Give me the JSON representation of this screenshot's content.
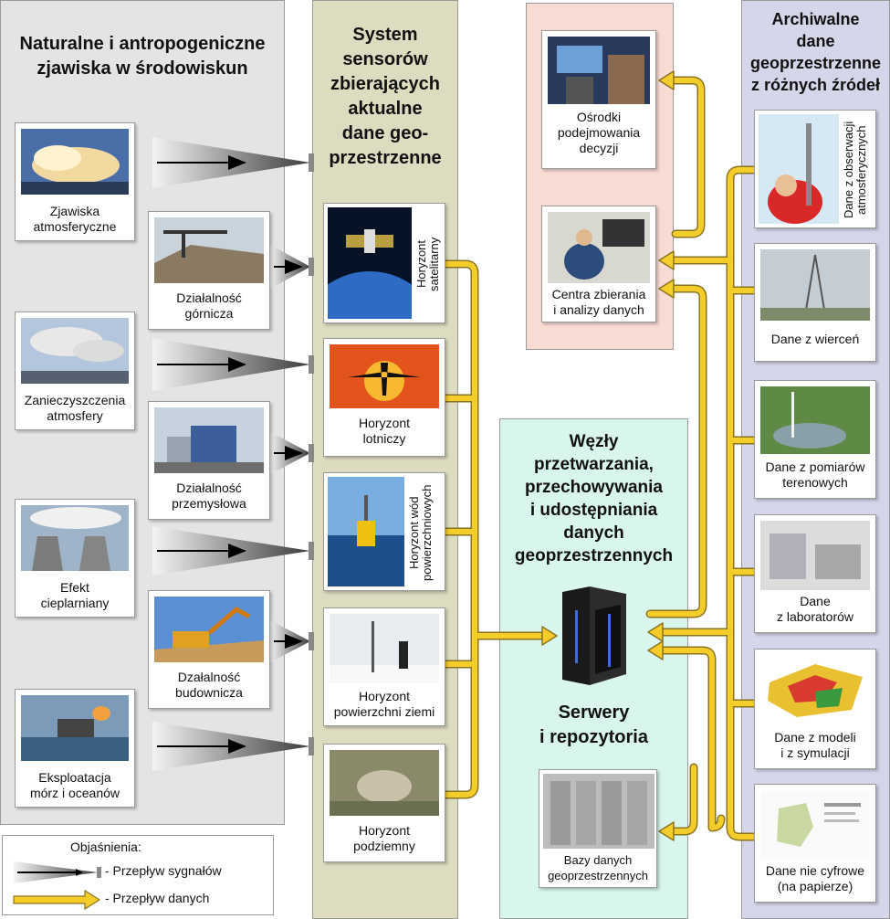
{
  "columns": {
    "phenomena": {
      "title": "Naturalne i antropogeniczne\nzjawiska w środowiskun"
    },
    "sensors": {
      "title": "System\nsensorów\nzbierających\naktualne\ndane geo-\nprzestrzenne"
    },
    "nodes": {
      "title": "Węzły\nprzetwarzania,\nprzechowywania\ni udostępniania\ndanych\ngeoprzestrzennych",
      "servers_title": "Serwery\ni repozytoria"
    },
    "archive": {
      "title": "Archiwalne\ndane\ngeoprzestrzenne\nz różnych źródeł"
    }
  },
  "phenomena_cards": [
    {
      "label": "Zjawiska\natmosferyczne"
    },
    {
      "label": "Działalność\ngórnicza"
    },
    {
      "label": "Zanieczyszczenia\natmosfery"
    },
    {
      "label": "Działalność\nprzemysłowa"
    },
    {
      "label": "Efekt\ncieplarniany"
    },
    {
      "label": "Dzałalność\nbudownicza"
    },
    {
      "label": "Eksploatacja\nmórz i oceanów"
    }
  ],
  "sensor_cards": [
    {
      "label": "Horyzont\nsatelitarny"
    },
    {
      "label": "Horyzont\nlotniczy"
    },
    {
      "label": "Horyzont wód\npowierzchniowych"
    },
    {
      "label": "Horyzont\npowierzchni ziemi"
    },
    {
      "label": "Horyzont\npodziemny"
    }
  ],
  "decision_cards": [
    {
      "label": "Ośrodki\npodejmowania\ndecyzji"
    },
    {
      "label": "Centra zbierania\ni analizy danych"
    }
  ],
  "database_card": {
    "label": "Bazy danych\ngeoprzestrzennych"
  },
  "archive_cards": [
    {
      "label": "Dane z obserwacji\natmosferycznych"
    },
    {
      "label": "Dane z wierceń"
    },
    {
      "label": "Dane z pomiarów\nterenowych"
    },
    {
      "label": "Dane\nz laboratorów"
    },
    {
      "label": "Dane z modeli\ni z symulacji"
    },
    {
      "label": "Dane nie cyfrowe\n(na papierze)"
    }
  ],
  "legend": {
    "title": "Objaśnienia:",
    "signal_flow": "- Przepływ sygnałów",
    "data_flow": "- Przepływ danych"
  },
  "colors": {
    "phenomena_bg": "#e4e4e4",
    "sensors_bg": "#dedcc0",
    "decisions_bg": "#f8dcd4",
    "nodes_bg": "#d8f6ec",
    "archive_bg": "#d6d6ea",
    "data_arrow": "#f5cd2a"
  }
}
